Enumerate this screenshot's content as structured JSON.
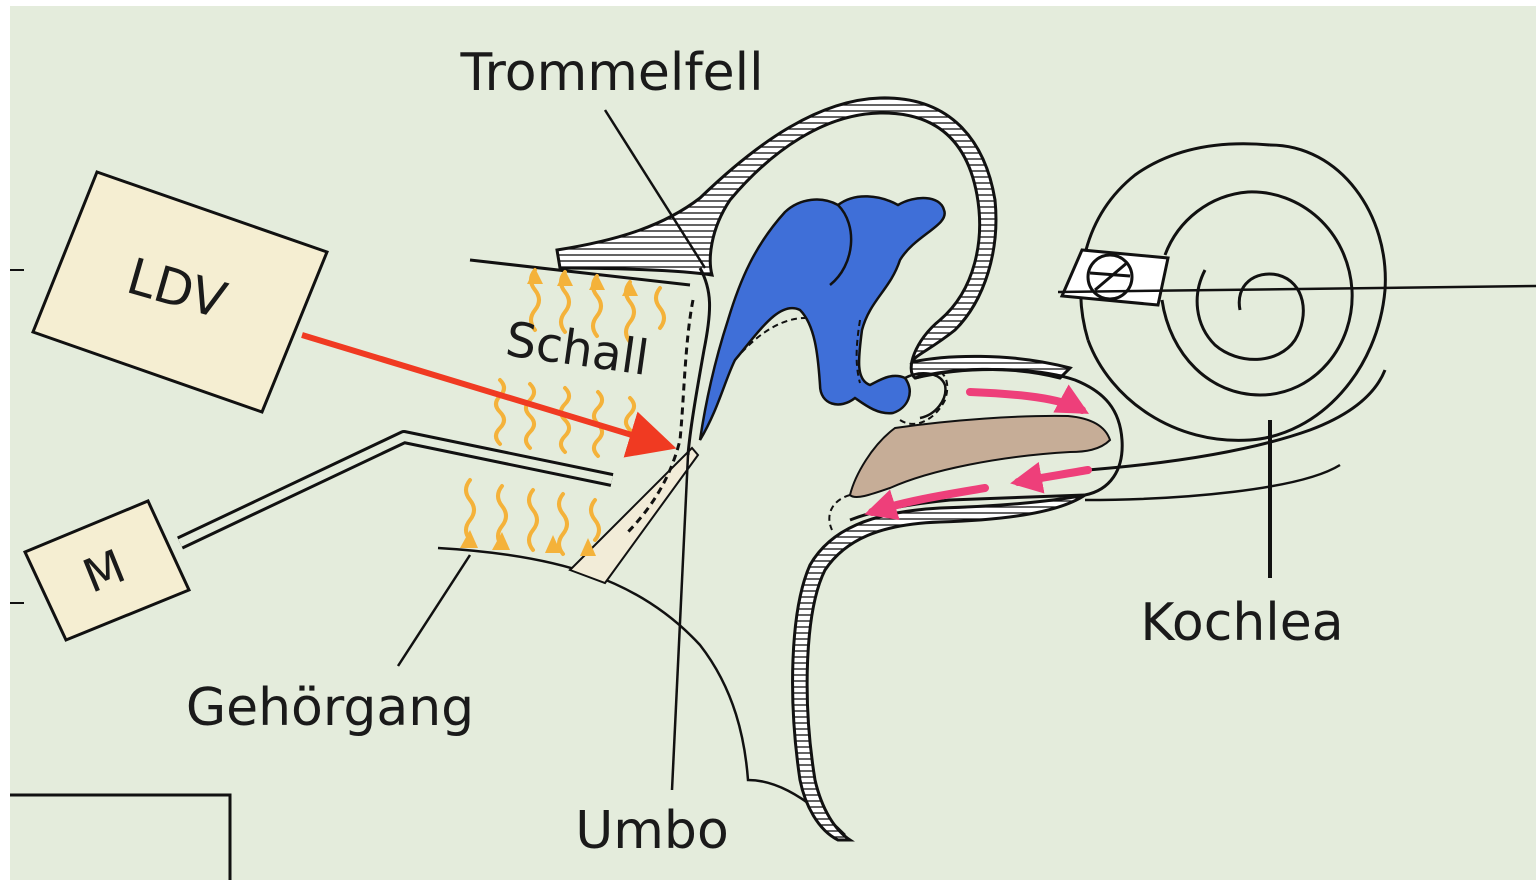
{
  "labels": {
    "trommelfell": "Trommelfell",
    "ldv": "LDV",
    "schall": "Schall",
    "m": "M",
    "gehoergang": "Gehörgang",
    "umbo": "Umbo",
    "kochlea": "Kochlea"
  },
  "colors": {
    "background": "#e4ecdc",
    "device_fill": "#f5eed2",
    "ossicles": "#3f6fd8",
    "laser_arrow": "#f03a22",
    "sound_waves": "#f4b23a",
    "fluid_arrows": "#ee3f7a",
    "membrane": "#c6ad97",
    "bone_fill": "#f2ecd8"
  }
}
